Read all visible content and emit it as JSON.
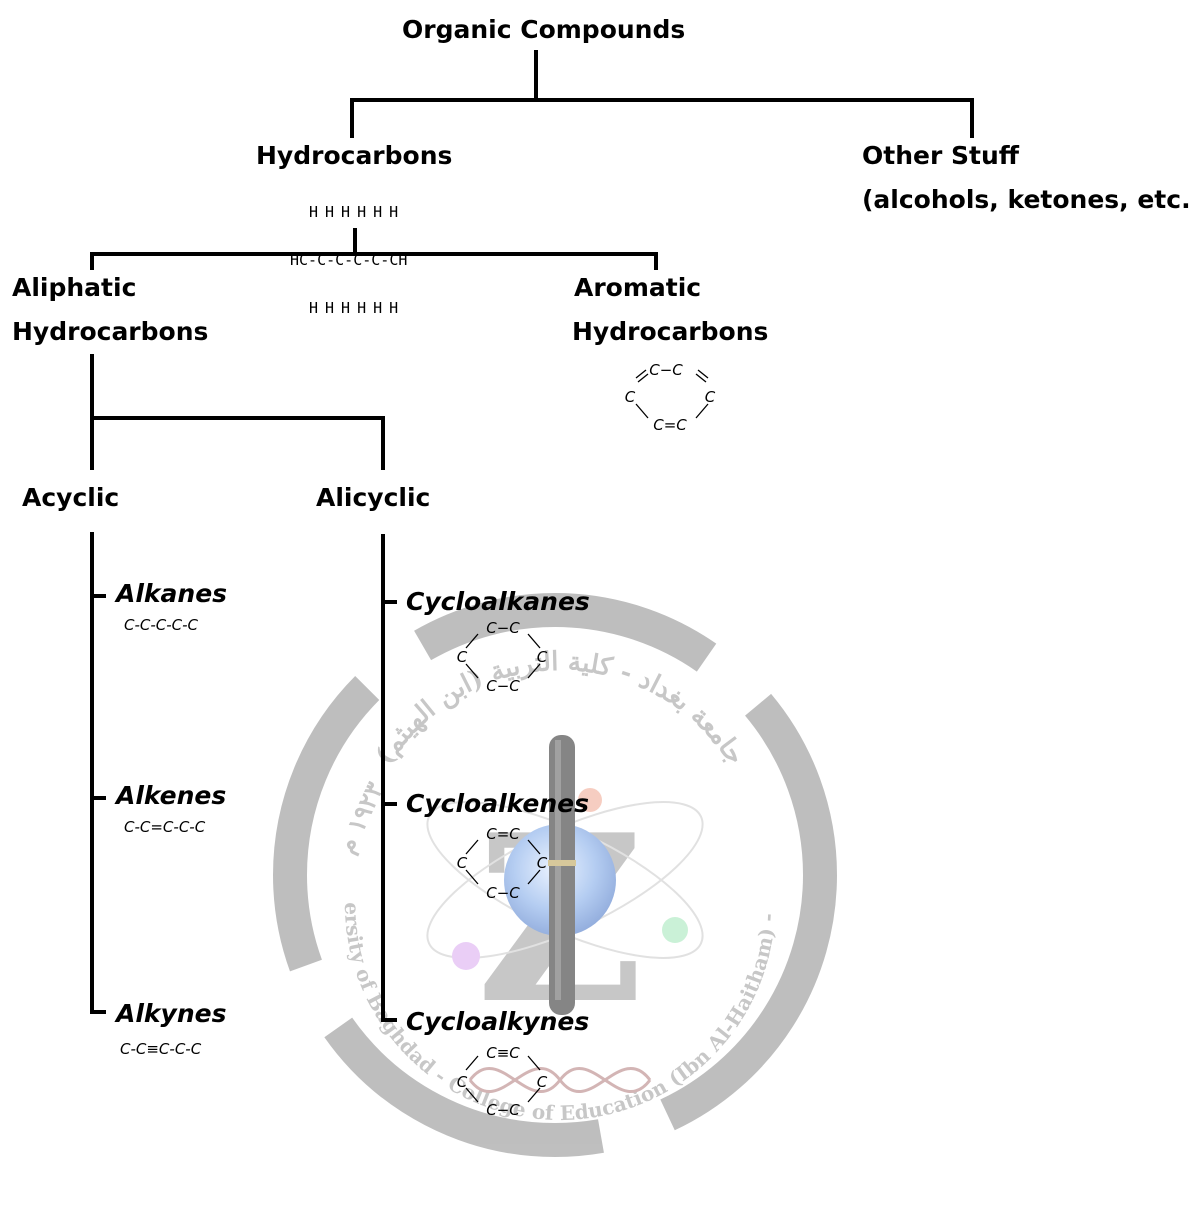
{
  "watermark": {
    "arabic_text": "جامعة بغداد - كلية التربية (ابن الهيثم)",
    "english_text": "University of Baghdad - College of Education (Ibn Al-Haitham) - 1923",
    "year_arabic": "١٩٢٣ م",
    "letter": "Z",
    "color": "#8a8a8a"
  },
  "nodes": {
    "root": "Organic Compounds",
    "hydrocarbons": "Hydrocarbons",
    "other_line1": "Other Stuff",
    "other_line2": "(alcohols, ketones, etc.)",
    "aliphatic_line1": "Aliphatic",
    "aliphatic_line2": "Hydrocarbons",
    "aromatic_line1": "Aromatic",
    "aromatic_line2": "Hydrocarbons",
    "acyclic": "Acyclic",
    "alicyclic": "Alicyclic",
    "alkanes": "Alkanes",
    "alkenes": "Alkenes",
    "alkynes": "Alkynes",
    "cycloalkanes": "Cycloalkanes",
    "cycloalkenes": "Cycloalkenes",
    "cycloalkynes": "Cycloalkynes"
  },
  "formulas": {
    "hexane_top": "HHHHHH",
    "hexane_mid": "HC-C-C-C-C-CH",
    "hexane_bot": "HHHHHH",
    "alkanes": "C-C-C-C-C",
    "alkenes": "C-C=C-C-C",
    "alkynes": "C-C≡C-C-C"
  },
  "rings": {
    "benzene": {
      "top": "C−C",
      "left": "C",
      "right": "C",
      "bottom": "C=C"
    },
    "cycloalkane": {
      "top": "C−C",
      "left": "C",
      "right": "C",
      "bottom": "C−C"
    },
    "cycloalkene": {
      "top": "C=C",
      "left": "C",
      "right": "C",
      "bottom": "C−C"
    },
    "cycloalkyne": {
      "top": "C≡C",
      "left": "C",
      "right": "C",
      "bottom": "C−C"
    }
  }
}
